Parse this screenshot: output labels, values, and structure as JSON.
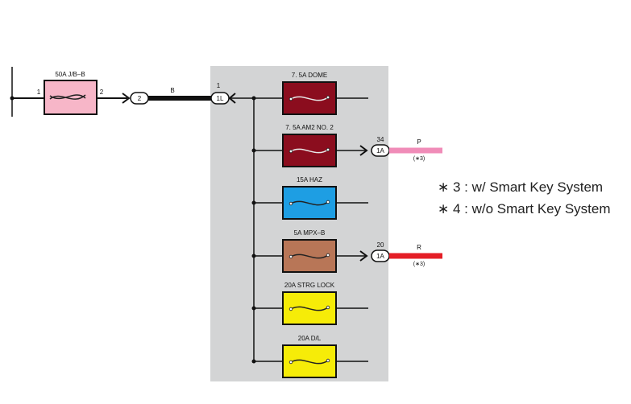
{
  "main_fuse": {
    "label": "50A J/B–B",
    "pin_in": "1",
    "pin_out": "2",
    "color": "#f7b6c8"
  },
  "connector_2": "2",
  "wire_b": "B",
  "junction_block": {
    "pin": "1",
    "connector": "1L",
    "panel_color": "#d3d4d5"
  },
  "fuses": [
    {
      "label": "7. 5A DOME",
      "color": "#8b0d1e"
    },
    {
      "label": "7. 5A AM2 NO. 2",
      "color": "#8b0d1e"
    },
    {
      "label": "15A HAZ",
      "color": "#1e9ee3"
    },
    {
      "label": "5A MPX–B",
      "color": "#b87657"
    },
    {
      "label": "20A STRG LOCK",
      "color": "#f6ec08"
    },
    {
      "label": "20A D/L",
      "color": "#f6ec08"
    }
  ],
  "outputs": [
    {
      "pin": "34",
      "connector": "1A",
      "wire": "P",
      "note": "(∗3)",
      "color": "#f08cb8"
    },
    {
      "pin": "20",
      "connector": "1A",
      "wire": "R",
      "note": "(∗3)",
      "color": "#e41e26"
    }
  ],
  "legend": [
    "∗ 3 : w/ Smart Key System",
    "∗ 4 : w/o Smart Key System"
  ]
}
